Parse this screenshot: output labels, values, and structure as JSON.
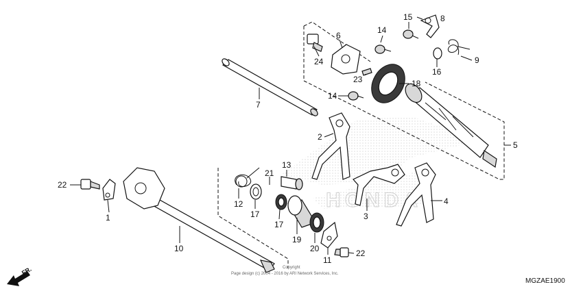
{
  "diagram": {
    "part_callouts": {
      "p1": "1",
      "p2": "2",
      "p3": "3",
      "p4": "4",
      "p5": "5",
      "p6": "6",
      "p7": "7",
      "p8": "8",
      "p9": "9",
      "p10": "10",
      "p11": "11",
      "p12": "12",
      "p13": "13",
      "p14a": "14",
      "p14b": "14",
      "p15": "15",
      "p16": "16",
      "p17a": "17",
      "p17b": "17",
      "p18": "18",
      "p19": "19",
      "p20": "20",
      "p21": "21",
      "p22a": "22",
      "p22b": "22",
      "p23": "23",
      "p24": "24"
    },
    "front_indicator": "FR.",
    "copyright_line1": "Copyright",
    "copyright_line2": "Page design (c) 2004 - 2016 by ARI Network Services, Inc.",
    "diagram_code": "MGZAE1900",
    "watermark": "HONDA"
  }
}
